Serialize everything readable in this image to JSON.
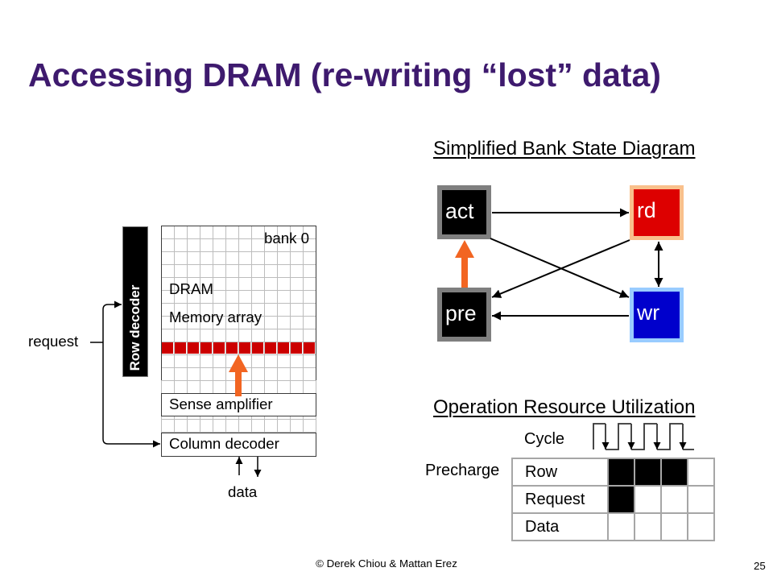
{
  "slide": {
    "title": "Accessing DRAM (re-writing “lost” data)",
    "title_color": "#3E1A6E",
    "footer": "© Derek Chiou & Mattan Erez",
    "page_number": "25"
  },
  "dram_diagram": {
    "bank_label": "bank 0",
    "array_label_line1": "DRAM",
    "array_label_line2": "Memory array",
    "row_decoder": "Row decoder",
    "request": "request",
    "sense_amplifier": "Sense amplifier",
    "column_decoder": "Column decoder",
    "data": "data",
    "active_row_color": "#CC0000",
    "restore_arrow_color": "#F26522"
  },
  "state_diagram": {
    "heading": "Simplified Bank State Diagram",
    "highlight_color": "#F26522",
    "states": [
      {
        "label": "act",
        "fill": "#000000",
        "border": "#7F7F7F"
      },
      {
        "label": "rd",
        "fill": "#DD0000",
        "border": "#F9C08C"
      },
      {
        "label": "pre",
        "fill": "#000000",
        "border": "#7F7F7F"
      },
      {
        "label": "wr",
        "fill": "#0000CC",
        "border": "#99CCFF"
      }
    ],
    "transitions": [
      {
        "from": "act",
        "to": "rd"
      },
      {
        "from": "act",
        "to": "wr"
      },
      {
        "from": "rd",
        "to": "pre"
      },
      {
        "from": "rd",
        "to": "wr",
        "bidirectional": true
      },
      {
        "from": "wr",
        "to": "pre"
      },
      {
        "from": "pre",
        "to": "act",
        "highlighted": true
      }
    ]
  },
  "utilization": {
    "heading": "Operation Resource Utilization",
    "cycle_label": "Cycle",
    "operation": "Precharge",
    "resources": [
      {
        "name": "Row",
        "busy": [
          true,
          true,
          true,
          false
        ]
      },
      {
        "name": "Request",
        "busy": [
          true,
          false,
          false,
          false
        ]
      },
      {
        "name": "Data",
        "busy": [
          false,
          false,
          false,
          false
        ]
      }
    ]
  }
}
